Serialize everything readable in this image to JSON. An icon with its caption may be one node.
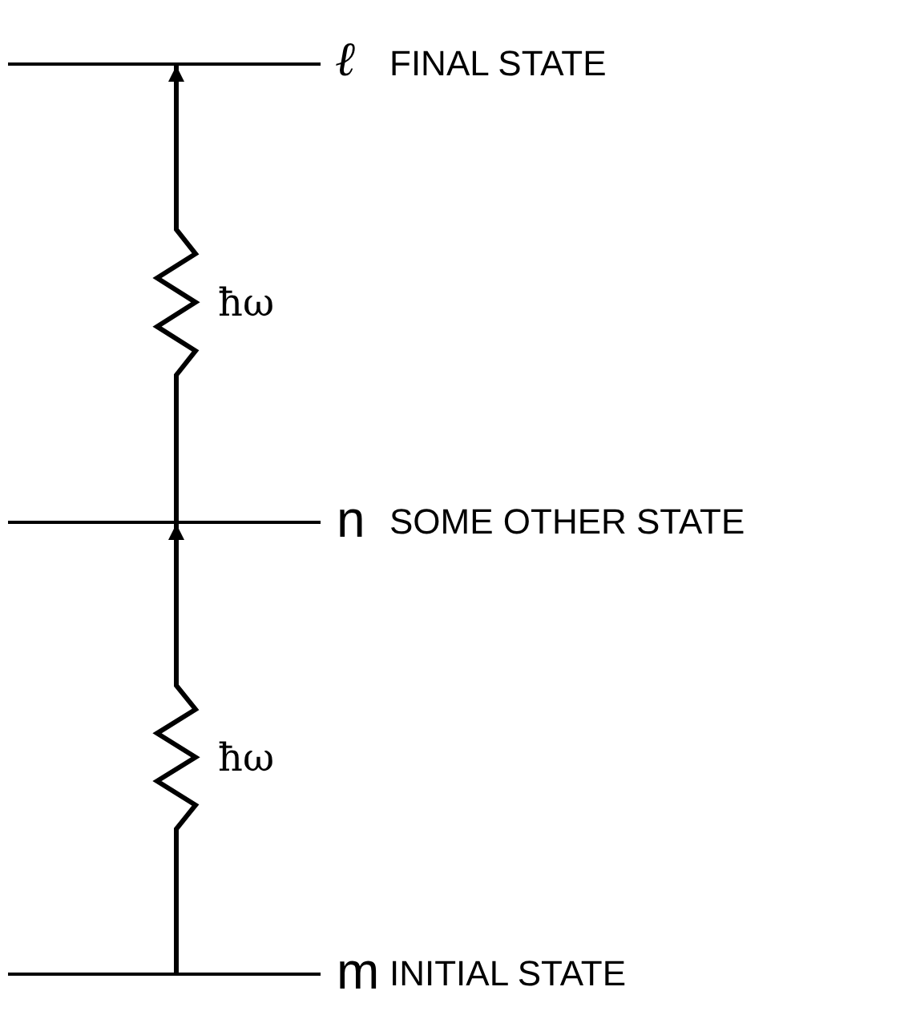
{
  "diagram": {
    "nodes": [
      {
        "text": [
          "ℓ",
          "FINAL STATE"
        ]
      },
      {
        "text": [
          "n",
          "SOME OTHER STATE"
        ]
      },
      {
        "text": [
          "m",
          "INITIAL STATE"
        ]
      }
    ],
    "edges": [
      {
        "from": 2,
        "to": 1,
        "arrow": "to",
        "label": "ħω"
      },
      {
        "from": 1,
        "to": 0,
        "arrow": "to",
        "label": "ħω"
      }
    ]
  }
}
